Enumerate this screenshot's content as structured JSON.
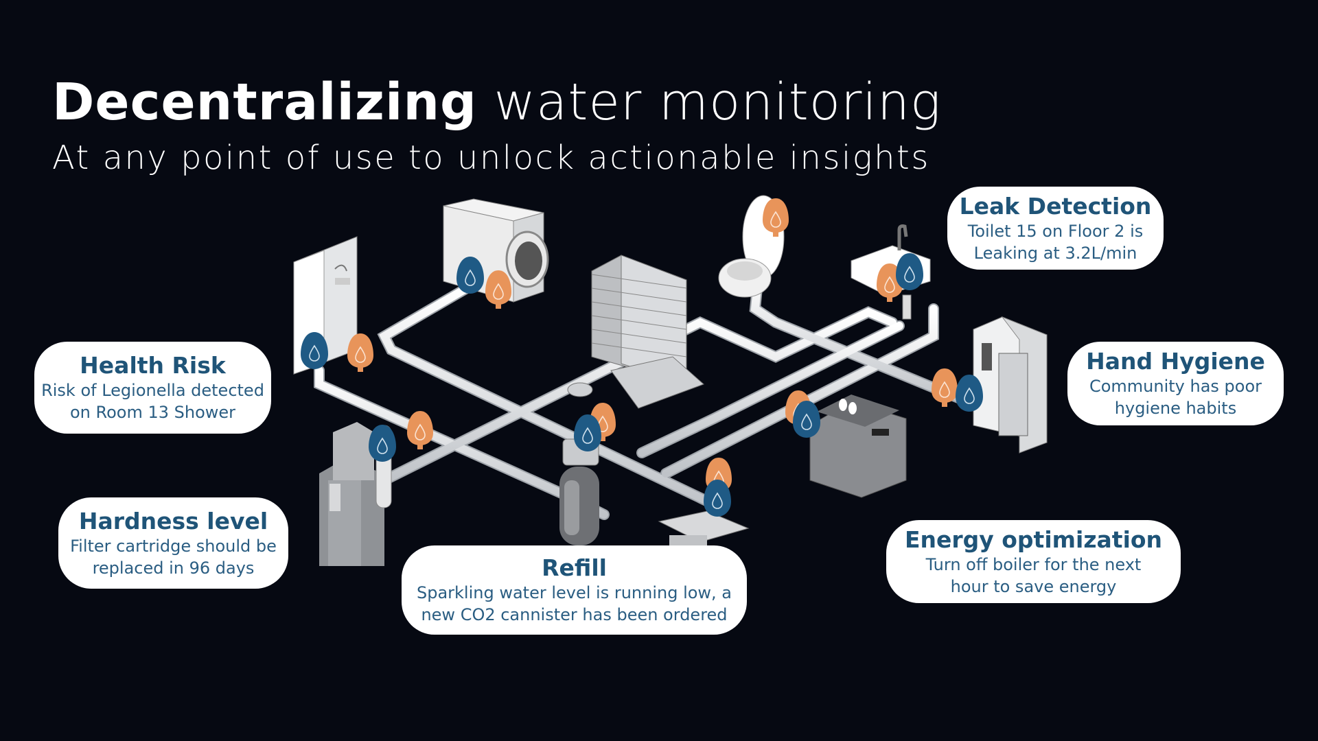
{
  "header": {
    "title_bold": "Decentralizing",
    "title_rest": "water monitoring",
    "subtitle": "At any point of use to unlock actionable insights"
  },
  "colors": {
    "background": "#060912",
    "card_text": "#1f5478",
    "sensor_blue": "#1f5a85",
    "sensor_orange": "#e8945a"
  },
  "cards": [
    {
      "id": "health-risk",
      "title": "Health Risk",
      "lines": [
        "Risk of Legionella detected",
        "on Room 13 Shower"
      ]
    },
    {
      "id": "hardness-level",
      "title": "Hardness level",
      "lines": [
        "Filter cartridge should be",
        "replaced in 96 days"
      ]
    },
    {
      "id": "refill",
      "title": "Refill",
      "lines": [
        "Sparkling water level is running low, a",
        "new CO2 cannister has been ordered"
      ]
    },
    {
      "id": "leak-detection",
      "title": "Leak Detection",
      "lines": [
        "Toilet 15 on Floor 2 is",
        "Leaking at 3.2L/min"
      ]
    },
    {
      "id": "hand-hygiene",
      "title": "Hand Hygiene",
      "lines": [
        "Community has poor",
        "hygiene habits"
      ]
    },
    {
      "id": "energy-optimization",
      "title": "Energy optimization",
      "lines": [
        "Turn off boiler for the next",
        "hour to save energy"
      ]
    }
  ],
  "illustration": {
    "appliances": [
      "shower",
      "washing-machine",
      "building",
      "water-dispenser",
      "co2-cylinder",
      "water-meter",
      "uv-filter",
      "toilet",
      "sink",
      "coffee-machine",
      "combi-oven"
    ],
    "sensor_icon": "water-drop-icon"
  }
}
